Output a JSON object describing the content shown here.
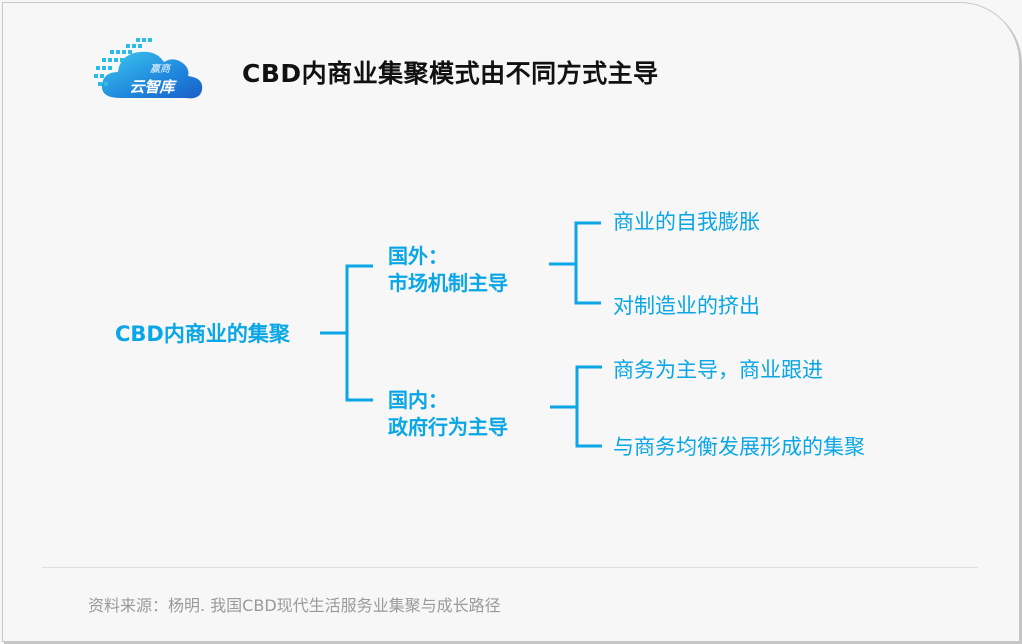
{
  "brand": {
    "logo_line1": "赢商",
    "logo_line2": "云智库",
    "colors": {
      "logo_dark": "#1a5fc8",
      "logo_light": "#3ec8f0"
    }
  },
  "title": "CBD内商业集聚模式由不同方式主导",
  "diagram": {
    "accent_color": "#0aa6e6",
    "root": "CBD内商业的集聚",
    "branches": [
      {
        "label_line1": "国外：",
        "label_line2": "市场机制主导",
        "children": [
          "商业的自我膨胀",
          "对制造业的挤出"
        ]
      },
      {
        "label_line1": "国内：",
        "label_line2": "政府行为主导",
        "children": [
          "商务为主导，商业跟进",
          "与商务均衡发展形成的集聚"
        ]
      }
    ]
  },
  "footer": {
    "source": "资料来源：杨明. 我国CBD现代生活服务业集聚与成长路径"
  }
}
